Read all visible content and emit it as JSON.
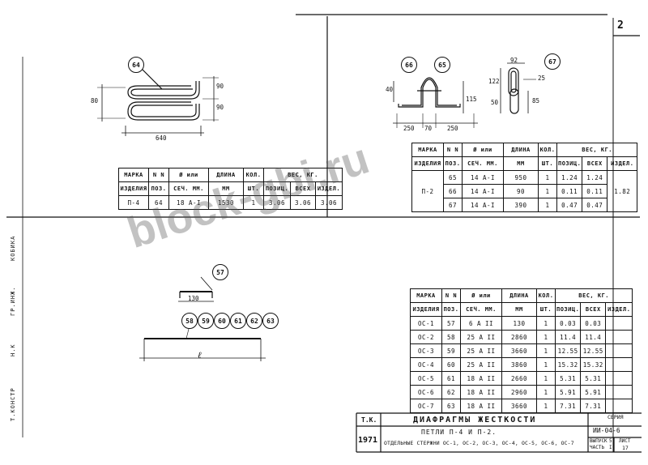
{
  "sheet_number": "2",
  "watermark": "block-gbi.ru",
  "side_stamp": [
    "Т.КОНСТР",
    "Н.К",
    "ГР.ИНЖ.",
    "КОБИКА"
  ],
  "drawing_p4": {
    "callout": "64",
    "dims": {
      "length": "640",
      "height_left": "80",
      "height_top": "90",
      "height_bottom": "90"
    }
  },
  "drawing_p2": {
    "callouts": [
      "66",
      "65",
      "67"
    ],
    "dims": {
      "left": "250",
      "mid": "70",
      "right": "250",
      "height_left": "40",
      "height_right": "115",
      "ring_top": "92",
      "ring_side_1": "122",
      "ring_side_2": "25",
      "ring_bottom": "85",
      "ring_bottom_2": "50"
    }
  },
  "drawing_rods": {
    "callout_top": "57",
    "dim_top": "130",
    "callouts": [
      "58",
      "59",
      "60",
      "61",
      "62",
      "63"
    ],
    "length_label": "ℓ"
  },
  "table_headers": {
    "mark": "МАРКА",
    "mark_2": "ИЗДЕЛИЯ",
    "pos": "N N",
    "pos_2": "ПОЗ.",
    "dia": "Ø или",
    "dia_2": "СЕЧ. ММ.",
    "len": "ДЛИНА",
    "len_2": "ММ",
    "qty": "КОЛ.",
    "qty_2": "ШТ.",
    "weight": "ВЕС, КГ.",
    "w_pos": "ПОЗИЦ.",
    "w_all": "ВСЕХ",
    "w_item": "ИЗДЕЛ."
  },
  "table_p4": {
    "rows": [
      {
        "mark": "П-4",
        "pos": "64",
        "dia": "18 А-I",
        "len": "1530",
        "qty": "1",
        "w_pos": "3.06",
        "w_all": "3.06",
        "w_item": "3.06"
      }
    ]
  },
  "table_p2": {
    "mark": "П-2",
    "item_weight": "1.82",
    "rows": [
      {
        "pos": "65",
        "dia": "14 А-I",
        "len": "950",
        "qty": "1",
        "w_pos": "1.24",
        "w_all": "1.24"
      },
      {
        "pos": "66",
        "dia": "14 А-I",
        "len": "90",
        "qty": "1",
        "w_pos": "0.11",
        "w_all": "0.11"
      },
      {
        "pos": "67",
        "dia": "14 А-I",
        "len": "390",
        "qty": "1",
        "w_pos": "0.47",
        "w_all": "0.47"
      }
    ]
  },
  "table_rods": {
    "rows": [
      {
        "mark": "ОС-1",
        "pos": "57",
        "dia": "6 А II",
        "len": "130",
        "qty": "1",
        "w_pos": "0.03",
        "w_all": "0.03"
      },
      {
        "mark": "ОС-2",
        "pos": "58",
        "dia": "25 А II",
        "len": "2860",
        "qty": "1",
        "w_pos": "11.4",
        "w_all": "11.4"
      },
      {
        "mark": "ОС-3",
        "pos": "59",
        "dia": "25 А II",
        "len": "3660",
        "qty": "1",
        "w_pos": "12.55",
        "w_all": "12.55"
      },
      {
        "mark": "ОС-4",
        "pos": "60",
        "dia": "25 А II",
        "len": "3860",
        "qty": "1",
        "w_pos": "15.32",
        "w_all": "15.32"
      },
      {
        "mark": "ОС-5",
        "pos": "61",
        "dia": "18 А II",
        "len": "2660",
        "qty": "1",
        "w_pos": "5.31",
        "w_all": "5.31"
      },
      {
        "mark": "ОС-6",
        "pos": "62",
        "dia": "18 А II",
        "len": "2960",
        "qty": "1",
        "w_pos": "5.91",
        "w_all": "5.91"
      },
      {
        "mark": "ОС-7",
        "pos": "63",
        "dia": "18 А II",
        "len": "3660",
        "qty": "1",
        "w_pos": "7.31",
        "w_all": "7.31"
      }
    ]
  },
  "title_block": {
    "code": "Т.К.",
    "year": "1971",
    "title": "ДИАФРАГМЫ ЖЕСТКОСТИ",
    "subtitle_1": "ПЕТЛИ П-4 И П-2.",
    "subtitle_2": "ОТДЕЛЬНЫЕ СТЕРЖНИ ОС-1, ОС-2, ОС-3, ОС-4, ОС-5, ОС-6, ОС-7",
    "series_label": "СЕРИЯ",
    "series": "ИИ-04-6",
    "issue_label": "ВЫПУСК",
    "issue": "5",
    "part_label": "ЧАСТЬ",
    "part": "I",
    "sheet_label": "ЛИСТ",
    "sheet": "17"
  }
}
